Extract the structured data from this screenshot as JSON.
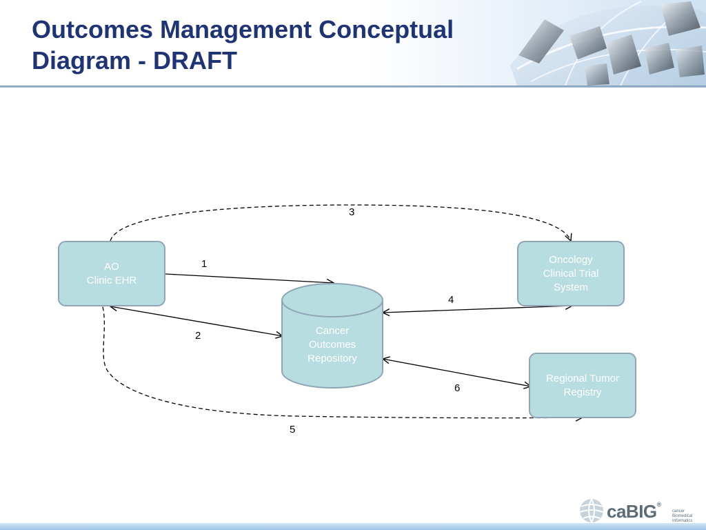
{
  "slide": {
    "title_line1": "Outcomes Management Conceptual",
    "title_line2": "Diagram - DRAFT",
    "colors": {
      "title": "#1f3475",
      "node_fill": "#b7dde0",
      "node_border": "#8fa4b5",
      "node_text": "#ffffff"
    }
  },
  "nodes": {
    "ao_ehr": {
      "line1": "AO",
      "line2": "Clinic EHR"
    },
    "repository": {
      "line1": "Cancer",
      "line2": "Outcomes",
      "line3": "Repository"
    },
    "trial_system": {
      "line1": "Oncology",
      "line2": "Clinical Trial",
      "line3": "System"
    },
    "tumor_registry": {
      "line1": "Regional Tumor",
      "line2": "Registry"
    }
  },
  "edges": [
    {
      "label": "1",
      "from": "AO Clinic EHR",
      "to": "Cancer Outcomes Repository",
      "style": "solid",
      "direction": "one-way"
    },
    {
      "label": "2",
      "from": "Cancer Outcomes Repository",
      "to": "AO Clinic EHR",
      "style": "solid",
      "direction": "two-way"
    },
    {
      "label": "3",
      "from": "AO Clinic EHR",
      "to": "Oncology Clinical Trial System",
      "style": "dashed",
      "direction": "one-way"
    },
    {
      "label": "4",
      "from": "Cancer Outcomes Repository",
      "to": "Oncology Clinical Trial System",
      "style": "solid",
      "direction": "two-way"
    },
    {
      "label": "5",
      "from": "AO Clinic EHR",
      "to": "Regional Tumor Registry",
      "style": "dashed",
      "direction": "one-way"
    },
    {
      "label": "6",
      "from": "Cancer Outcomes Repository",
      "to": "Regional Tumor Registry",
      "style": "solid",
      "direction": "two-way"
    }
  ],
  "footer": {
    "logo_text": "caBIG",
    "logo_mark": "®",
    "logo_sub1": "cancer Biomedical",
    "logo_sub2": "Informatics Grid®",
    "logo_icon": "globe-icon"
  }
}
